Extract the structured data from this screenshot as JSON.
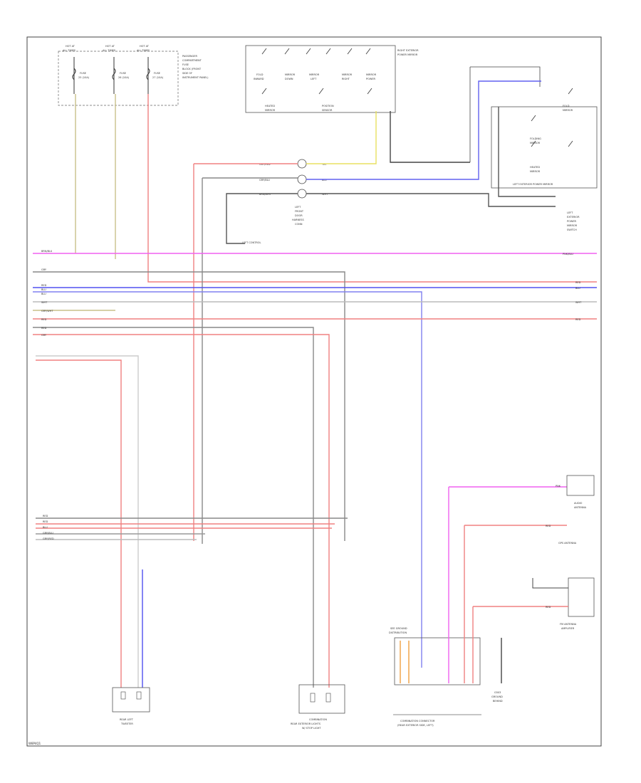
{
  "page_code": "W8P4Q1",
  "fuse_box": {
    "fuses": [
      {
        "top": "HOT AT",
        "top2": "ALL TIMES",
        "name": "FUSE",
        "num": "25 (10A)"
      },
      {
        "top": "HOT AT",
        "top2": "ALL TIMES",
        "name": "FUSE",
        "num": "26 (10A)"
      },
      {
        "top": "HOT AT",
        "top2": "ALL TIMES",
        "name": "FUSE",
        "num": "27 (10A)"
      }
    ],
    "label": [
      "PASSENGER",
      "COMPARTMENT",
      "FUSE",
      "BLOCK (FRONT",
      "SIDE OF",
      "INSTRUMENT PANEL)"
    ]
  },
  "right_switch": {
    "title": [
      "RIGHT EXTERIOR",
      "POWER MIRROR"
    ],
    "switches": [
      "FOLD",
      "MIRROR",
      "MIRROR",
      "MIRROR",
      "MIRROR"
    ],
    "switches2": [
      "INWARD",
      "DOWN",
      "LEFT",
      "RIGHT",
      "POWER"
    ],
    "bottom": [
      "HEATED",
      "MIRROR",
      "POSITION",
      "SENSOR"
    ]
  },
  "left_mirror": {
    "label": [
      "LEFT EXTERIOR POWER MIRROR"
    ],
    "items": [
      "FOLD",
      "MIRROR",
      "FOLDING",
      "MIRROR",
      "HEATED",
      "MIRROR"
    ],
    "side_label": [
      "LEFT",
      "EXTERIOR",
      "POWER",
      "MIRROR",
      "SWITCH"
    ]
  },
  "connector_mid": {
    "label": [
      "LEFT",
      "FRONT",
      "DOOR",
      "HARNESS",
      "CONN"
    ],
    "wires_left": [
      "GRY/RED",
      "GRY/BLU",
      "BRN/WHT"
    ],
    "wires_right": [
      "YEL",
      "BLU",
      "WHT"
    ]
  },
  "bus_wires_left": [
    "BRN/BLU",
    "GRY",
    "RED",
    "BLU",
    "BLU",
    "WHT",
    "GRY/WHT",
    "RED",
    "RED",
    "GRY"
  ],
  "bus_wires_right": [
    "PNK/BLU",
    "RED",
    "BLU",
    "WHT",
    "RED"
  ],
  "lower_wires_left": [
    "RED",
    "RED",
    "BLU",
    "GRY/BLU",
    "GRY/RED"
  ],
  "rear_light": {
    "label": [
      "REAR LEFT",
      "TWEETER"
    ]
  },
  "audio_module": {
    "label": [
      "COMBINATION",
      "REAR EXTERIOR LIGHTS",
      "W/ STOP LIGHT"
    ]
  },
  "rear_harness": {
    "label": [
      "COMBINATION CONNECTOR",
      "(REAR EXTERIOR SIDE, LEFT)"
    ],
    "tag": [
      "SEE GROUND",
      "DISTRIBUTION"
    ]
  },
  "ground_label": [
    "G503",
    "GROUND",
    "BEHIND"
  ],
  "right_components": [
    {
      "label": [
        "AUDIO",
        "ANTENNA"
      ],
      "wire": "PNK"
    },
    {
      "label": [
        "GPS ANTENNA"
      ],
      "wire": "RED"
    },
    {
      "label": [
        "FM ANTENNA",
        "AMPLIFIER"
      ],
      "wire": "RED"
    }
  ],
  "misc": {
    "left_ctrl": "LEFT CONTROL",
    "blu": "BLU",
    "wht": "WHT"
  }
}
